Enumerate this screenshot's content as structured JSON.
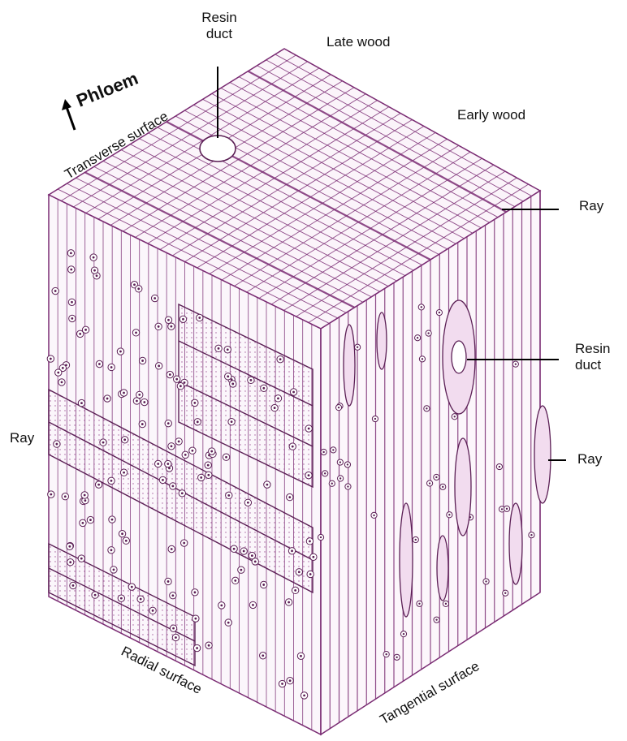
{
  "figure": {
    "colors": {
      "line": "#7a2c73",
      "fill": "#f7eef6",
      "dark": "#3b1838",
      "text": "#111111"
    }
  },
  "labels": {
    "resin_duct_top": [
      "Resin",
      "duct"
    ],
    "late_wood": "Late wood",
    "phloem": "Phloem",
    "early_wood": "Early wood",
    "transverse_surface": "Transverse surface",
    "ray_right_top": "Ray",
    "resin_duct_right": [
      "Resin",
      "duct"
    ],
    "ray_left": "Ray",
    "ray_right_bottom": "Ray",
    "radial_surface": "Radial surface",
    "tangential_surface": "Tangential surface"
  },
  "icons": {
    "phloem_arrow": "arrow-up-icon"
  }
}
